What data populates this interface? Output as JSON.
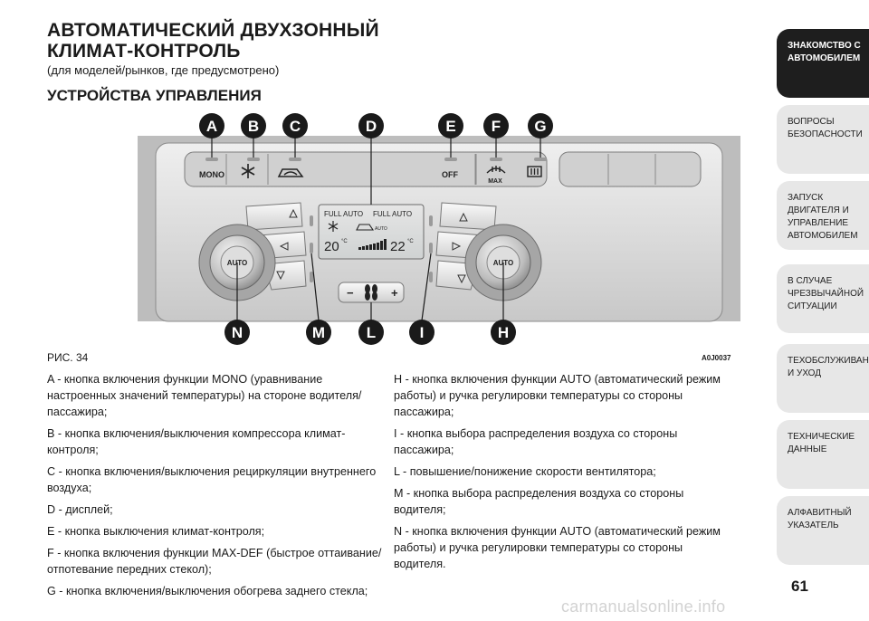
{
  "header": {
    "title_line1": "АВТОМАТИЧЕСКИЙ ДВУХЗОННЫЙ",
    "title_line2": "КЛИМАТ-КОНТРОЛЬ",
    "subtitle": "(для моделей/рынков, где предусмотрено)",
    "section": "УСТРОЙСТВА УПРАВЛЕНИЯ"
  },
  "figure": {
    "label": "РИС. 34",
    "code": "A0J0037",
    "callouts_top": [
      "A",
      "B",
      "C",
      "D",
      "E",
      "F",
      "G"
    ],
    "callouts_bottom": [
      "N",
      "M",
      "L",
      "I",
      "H"
    ],
    "panel": {
      "mono": "MONO",
      "off": "OFF",
      "max": "MAX",
      "auto_left": "AUTO",
      "auto_right": "AUTO",
      "display_left_mode": "FULL AUTO",
      "display_right_mode": "FULL AUTO",
      "display_auto": "AUTO",
      "temp_left": "20",
      "temp_right": "22",
      "temp_unit": "°C",
      "fan_minus": "−",
      "fan_plus": "+"
    }
  },
  "left_column": [
    "A - кнопка включения функции MONO (уравнивание настроенных значений температуры) на стороне водителя/пассажира;",
    "B - кнопка включения/выключения компрессора климат-контроля;",
    "C - кнопка включения/выключения рециркуляции внутреннего воздуха;",
    "D - дисплей;",
    "E - кнопка выключения климат-контроля;",
    "F - кнопка включения функции MAX-DEF (быстрое оттаивание/отпотевание передних стекол);",
    "G - кнопка включения/выключения обогрева заднего стекла;"
  ],
  "right_column": [
    "H - кнопка включения функции AUTO (автоматический режим работы) и ручка регулировки температуры со стороны пассажира;",
    "I - кнопка выбора распределения воздуха со стороны пассажира;",
    "L - повышение/понижение скорости вентилятора;",
    "M - кнопка выбора распределения воздуха со стороны водителя;",
    "N - кнопка включения функции AUTO (автоматический режим работы) и ручка регулировки температуры со стороны водителя."
  ],
  "sidebar": {
    "items": [
      {
        "label": "ЗНАКОМСТВО С\nАВТОМОБИЛЕМ",
        "active": true
      },
      {
        "label": "ВОПРОСЫ\nБЕЗОПАСНОСТИ",
        "active": false
      },
      {
        "label": "ЗАПУСК ДВИГАТЕЛЯ И\nУПРАВЛЕНИЕ\nАВТОМОБИЛЕМ",
        "active": false
      },
      {
        "label": "В СЛУЧАЕ\nЧРЕЗВЫЧАЙНОЙ\nСИТУАЦИИ",
        "active": false
      },
      {
        "label": "ТЕХОБСЛУЖИВАНИЕ\nИ УХОД",
        "active": false
      },
      {
        "label": "ТЕХНИЧЕСКИЕ\nДАННЫЕ",
        "active": false
      },
      {
        "label": "АЛФАВИТНЫЙ\nУКАЗАТЕЛЬ",
        "active": false
      }
    ]
  },
  "page_number": "61",
  "watermark": "carmanualsonline.info",
  "colors": {
    "active_tab": "#1e1e1e",
    "inactive_tab": "#e7e7e7",
    "callout_badge": "#1a1a1a",
    "panel_silver": "#d9d9d9"
  }
}
